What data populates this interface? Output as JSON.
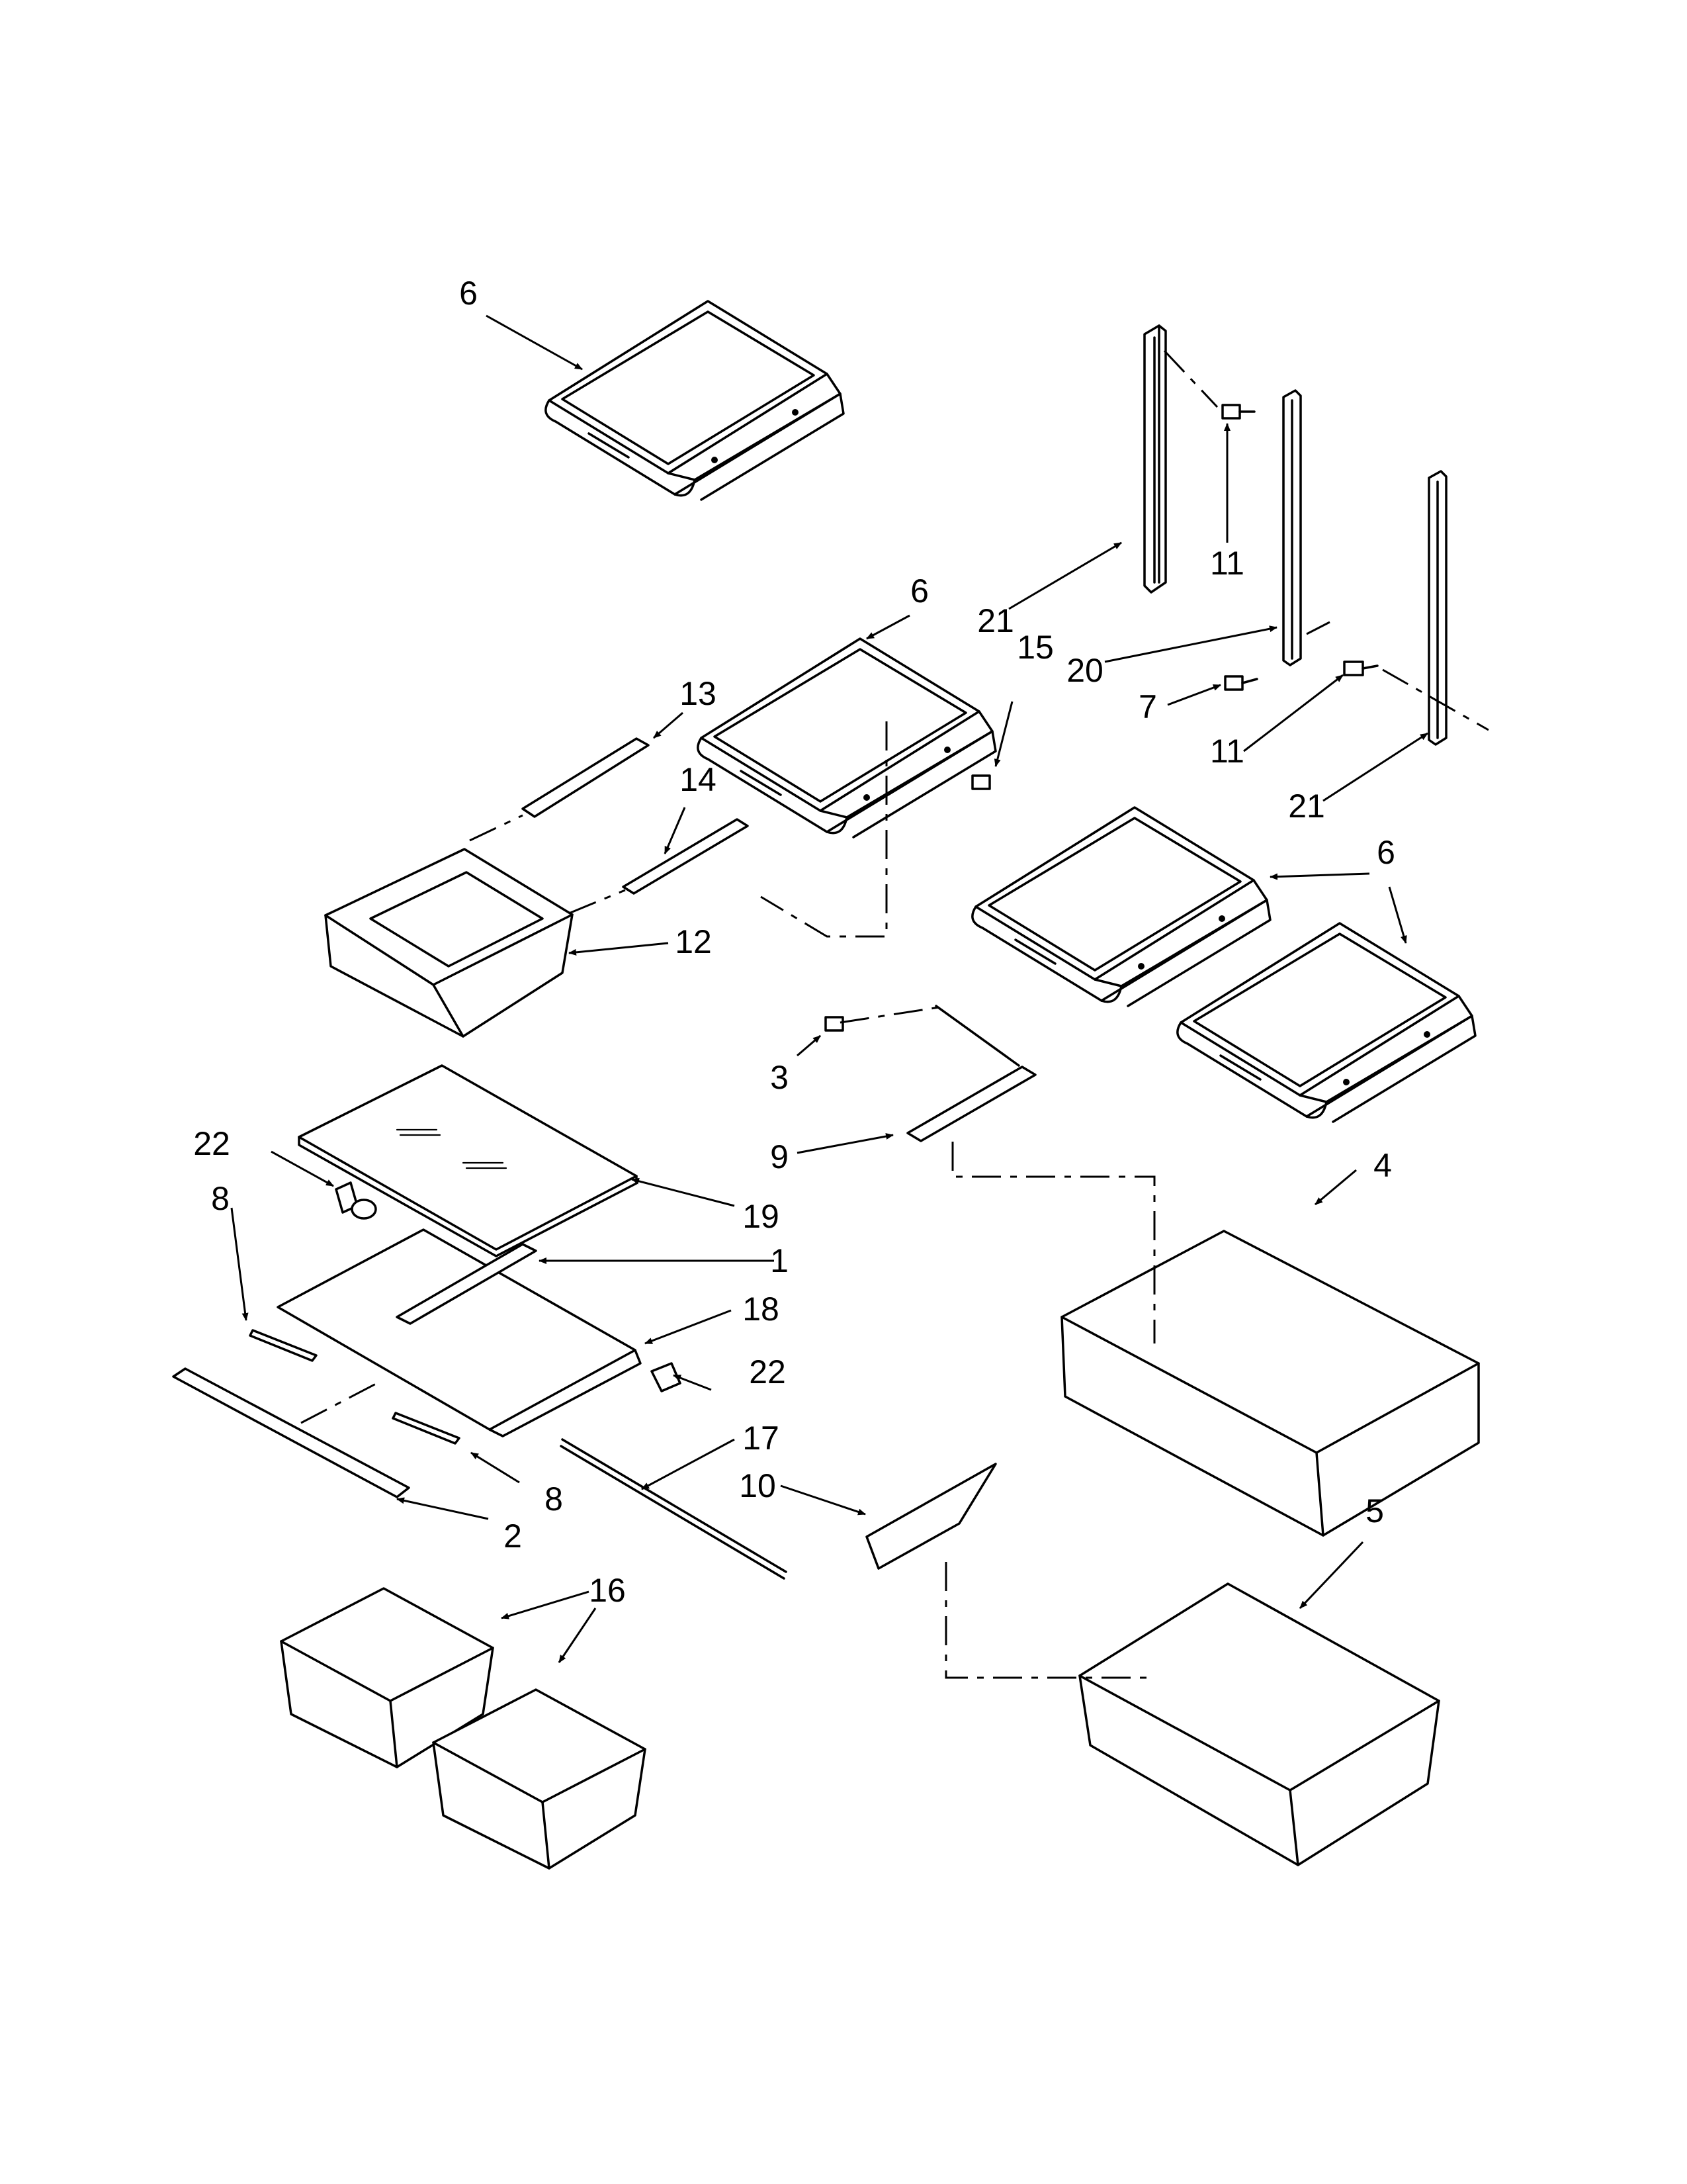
{
  "callouts": [
    {
      "id": "c6a",
      "label": "6"
    },
    {
      "id": "c6b",
      "label": "6"
    },
    {
      "id": "c6c",
      "label": "6"
    },
    {
      "id": "c6d",
      "label": "6"
    },
    {
      "id": "c11a",
      "label": "11"
    },
    {
      "id": "c11b",
      "label": "11"
    },
    {
      "id": "c21a",
      "label": "21"
    },
    {
      "id": "c21b",
      "label": "21"
    },
    {
      "id": "c20",
      "label": "20"
    },
    {
      "id": "c15",
      "label": "15"
    },
    {
      "id": "c7",
      "label": "7"
    },
    {
      "id": "c13",
      "label": "13"
    },
    {
      "id": "c14",
      "label": "14"
    },
    {
      "id": "c12",
      "label": "12"
    },
    {
      "id": "c3",
      "label": "3"
    },
    {
      "id": "c9",
      "label": "9"
    },
    {
      "id": "c4",
      "label": "4"
    },
    {
      "id": "c22a",
      "label": "22"
    },
    {
      "id": "c22b",
      "label": "22"
    },
    {
      "id": "c8a",
      "label": "8"
    },
    {
      "id": "c8b",
      "label": "8"
    },
    {
      "id": "c19",
      "label": "19"
    },
    {
      "id": "c1",
      "label": "1"
    },
    {
      "id": "c18",
      "label": "18"
    },
    {
      "id": "c17",
      "label": "17"
    },
    {
      "id": "c10",
      "label": "10"
    },
    {
      "id": "c2",
      "label": "2"
    },
    {
      "id": "c5",
      "label": "5"
    },
    {
      "id": "c16",
      "label": "16"
    }
  ]
}
